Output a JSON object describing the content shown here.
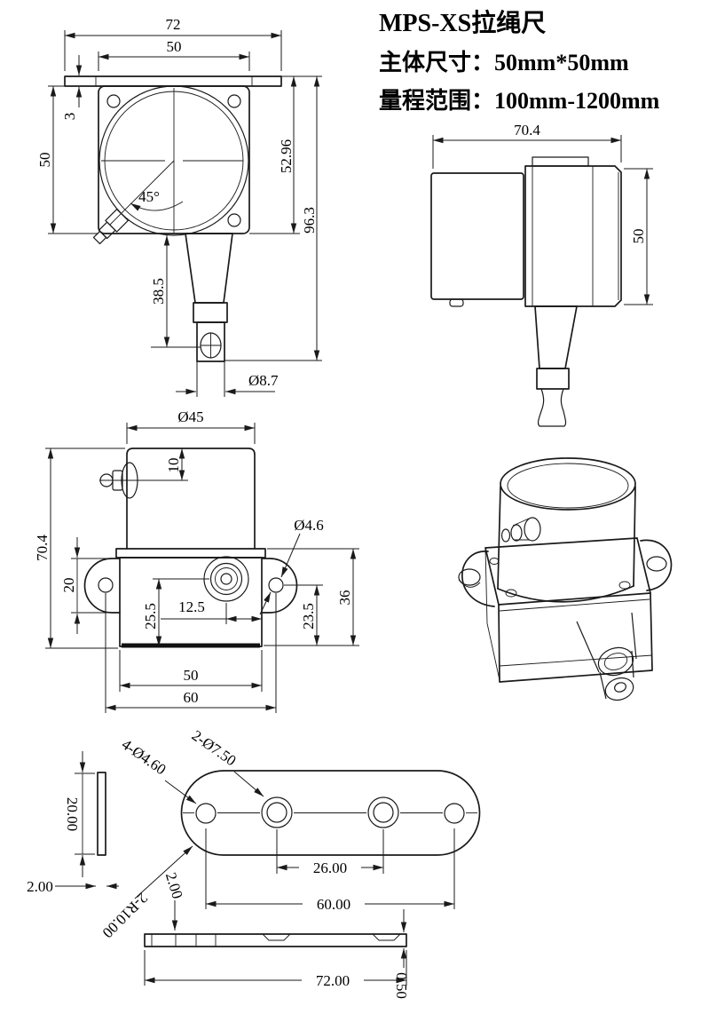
{
  "title_block": {
    "product_name": "MPS-XS拉绳尺",
    "body_size_label": "主体尺寸：50mm*50mm",
    "range_label": "量程范围：100mm-1200mm"
  },
  "front_view": {
    "flange_width": "72",
    "body_width": "50",
    "flange_thickness": "3",
    "body_height": "50",
    "top_to_body_bottom": "52.96",
    "total_height": "96.3",
    "guide_length": "38.5",
    "cable_angle": "45°",
    "eyelet_width": "Ø8.7"
  },
  "side_view": {
    "depth": "70.4",
    "height": "50"
  },
  "top_view": {
    "drum_diameter": "Ø45",
    "connector_center": "10",
    "overall_height": "70.4",
    "ear_width": "20",
    "outlet_center_height": "25.5",
    "outlet_offset": "12.5",
    "ear_hole_height": "23.5",
    "base_height": "36",
    "base_width": "50",
    "ear_hole_spacing": "60",
    "ear_hole_diameter": "Ø4.6"
  },
  "bracket_view": {
    "leg_length": "20.00",
    "leg_thickness": "2.00",
    "small_holes": "4-Ø4.60",
    "large_holes": "2-Ø7.50",
    "end_radius": "2-R10.00",
    "plate_thickness": "2.00",
    "large_hole_spacing": "26.00",
    "small_hole_spacing": "60.00",
    "plate_length": "72.00",
    "step_height": "0.50"
  },
  "colors": {
    "line": "#1a1a1a",
    "background": "#ffffff"
  }
}
